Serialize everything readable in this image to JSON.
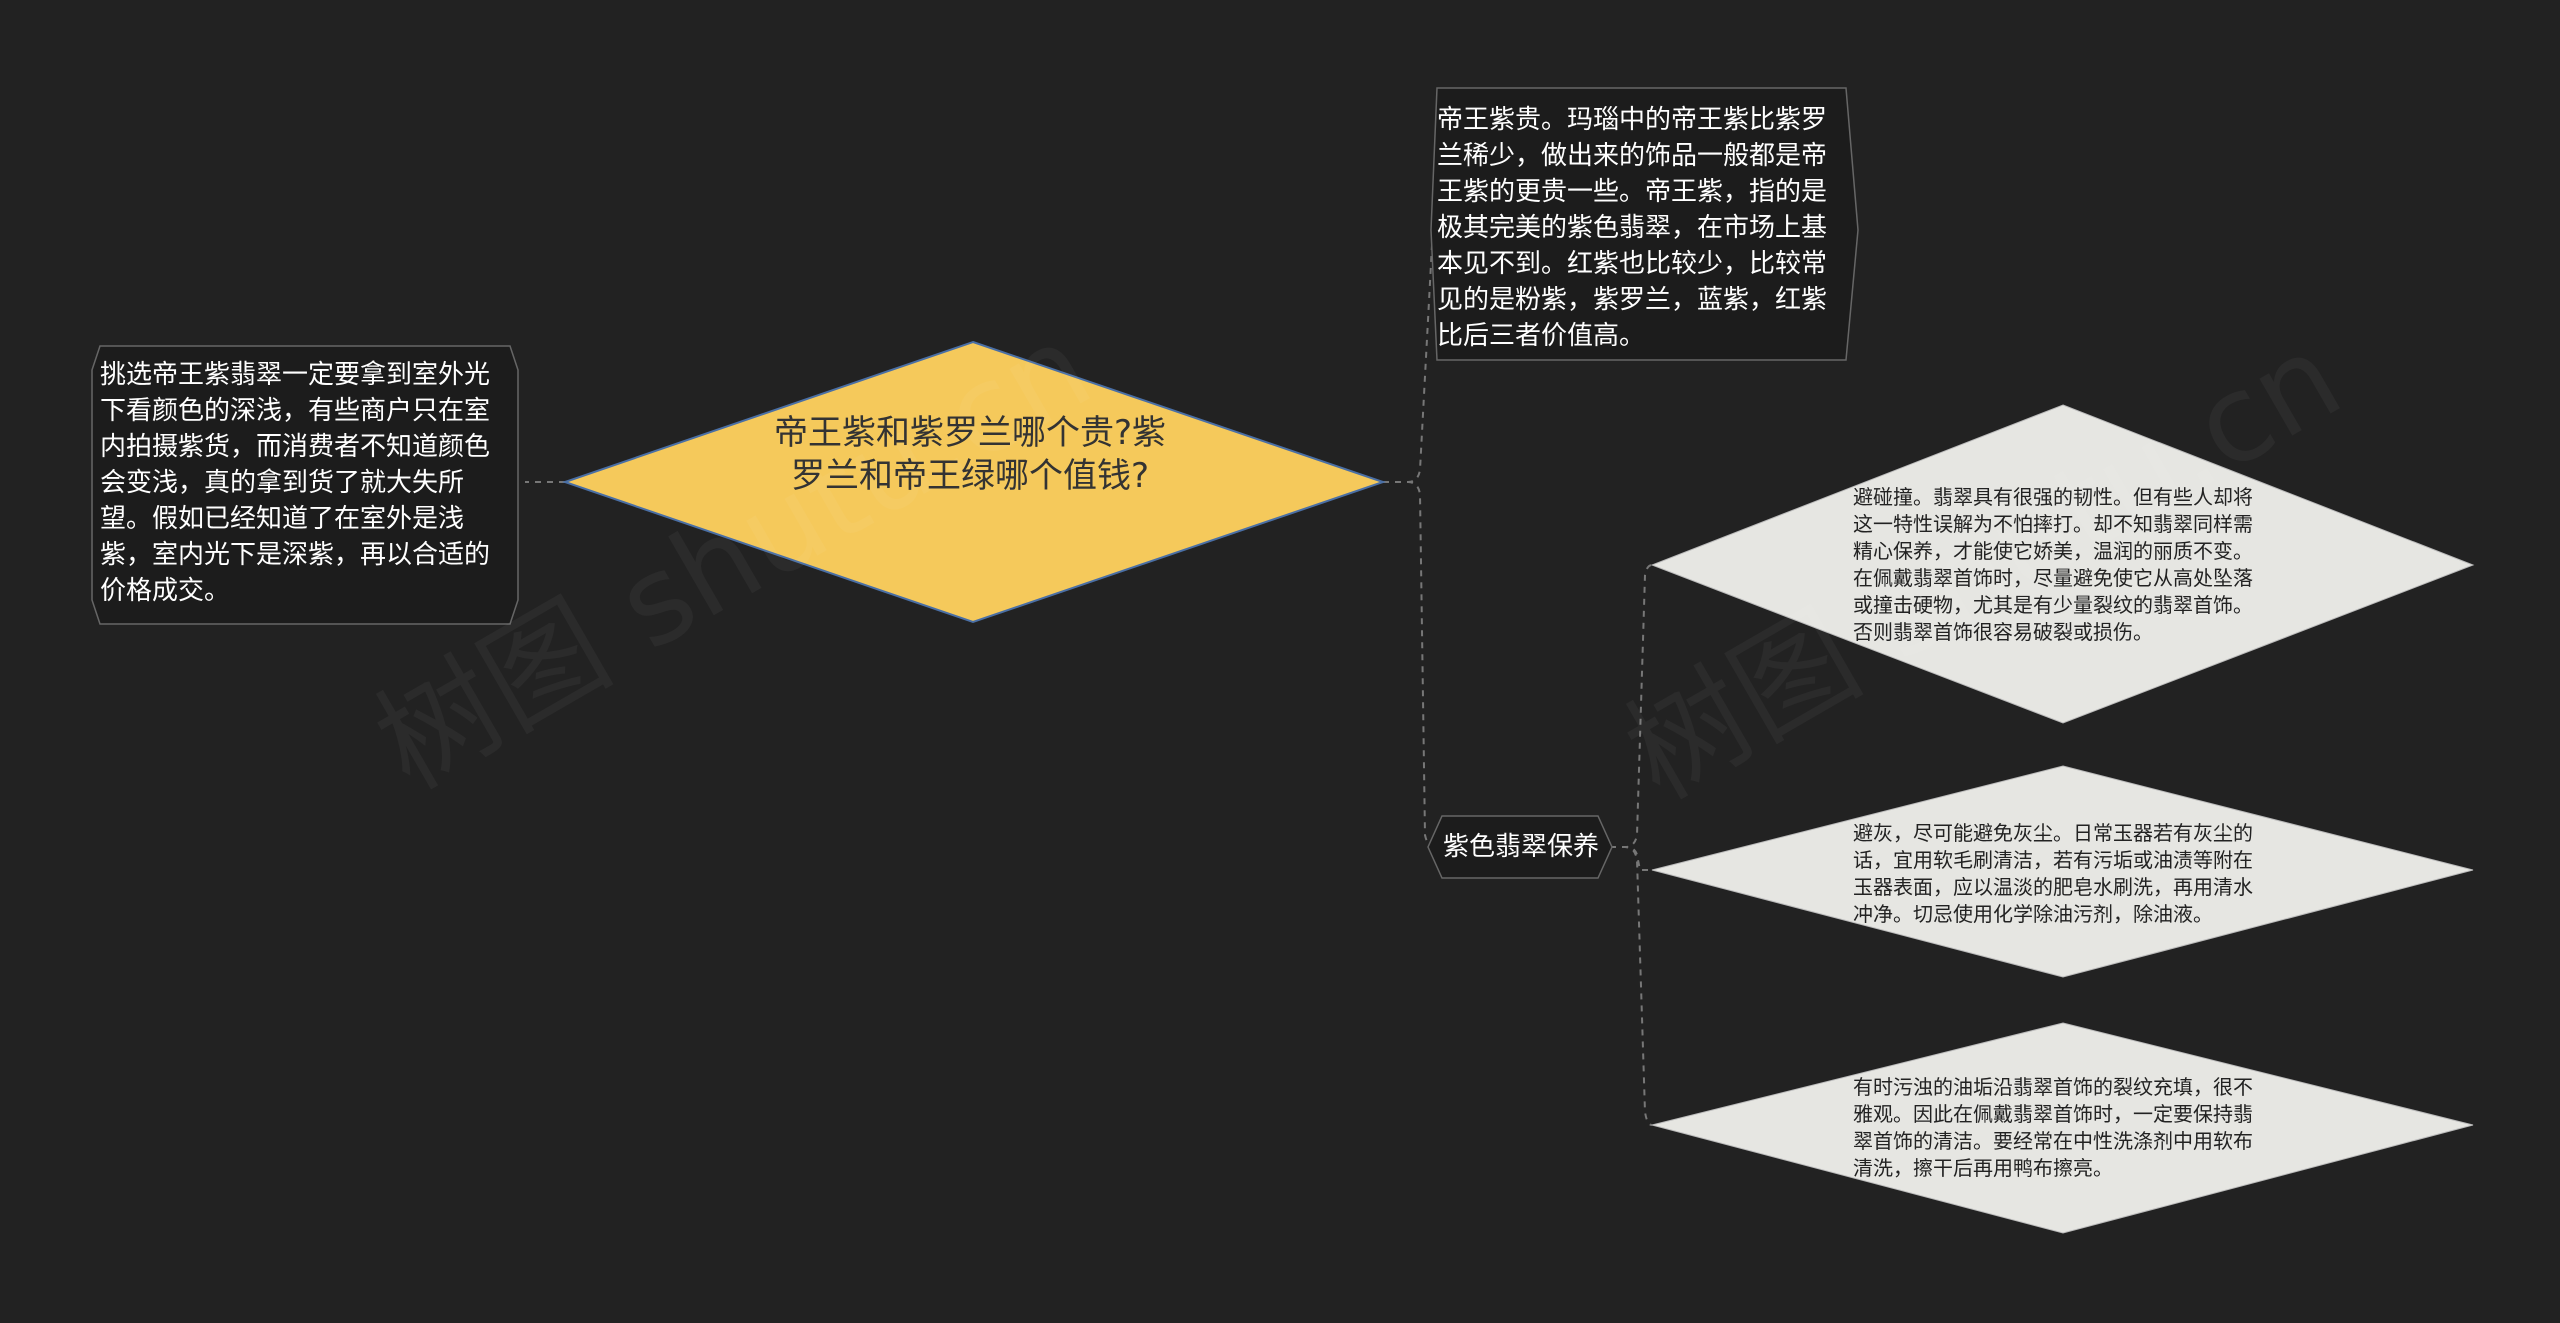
{
  "watermark": "树图 shutu.cn",
  "colors": {
    "background": "#222222",
    "center_fill": "#f5c95b",
    "center_stroke": "#4a6fa5",
    "dark_node_fill": "#1c1c1c",
    "dark_node_stroke": "#666666",
    "leaf_fill": "#e6e6e2",
    "connector": "#777777"
  },
  "center": {
    "title": "帝王紫和紫罗兰哪个贵?紫罗兰和帝王绿哪个值钱?"
  },
  "left_node": {
    "text": "挑选帝王紫翡翠一定要拿到室外光下看颜色的深浅，有些商户只在室内拍摄紫货，而消费者不知道颜色会变浅，真的拿到货了就大失所望。假如已经知道了在室外是浅紫，室内光下是深紫，再以合适的价格成交。"
  },
  "right_top_node": {
    "text": "帝王紫贵。玛瑙中的帝王紫比紫罗兰稀少，做出来的饰品一般都是帝王紫的更贵一些。帝王紫，指的是极其完美的紫色翡翠，在市场上基本见不到。红紫也比较少，比较常见的是粉紫，紫罗兰，蓝紫，红紫比后三者价值高。"
  },
  "care_node": {
    "label": "紫色翡翠保养",
    "children": [
      {
        "text": "避碰撞。翡翠具有很强的韧性。但有些人却将这一特性误解为不怕摔打。却不知翡翠同样需精心保养，才能使它娇美，温润的丽质不变。在佩戴翡翠首饰时，尽量避免使它从高处坠落或撞击硬物，尤其是有少量裂纹的翡翠首饰。否则翡翠首饰很容易破裂或损伤。"
      },
      {
        "text": "避灰，尽可能避免灰尘。日常玉器若有灰尘的话，宜用软毛刷清洁，若有污垢或油渍等附在玉器表面，应以温淡的肥皂水刷洗，再用清水冲净。切忌使用化学除油污剂，除油液。"
      },
      {
        "text": "有时污浊的油垢沿翡翠首饰的裂纹充填，很不雅观。因此在佩戴翡翠首饰时，一定要保持翡翠首饰的清洁。要经常在中性洗涤剂中用软布清洗，擦干后再用鸭布擦亮。"
      }
    ]
  }
}
